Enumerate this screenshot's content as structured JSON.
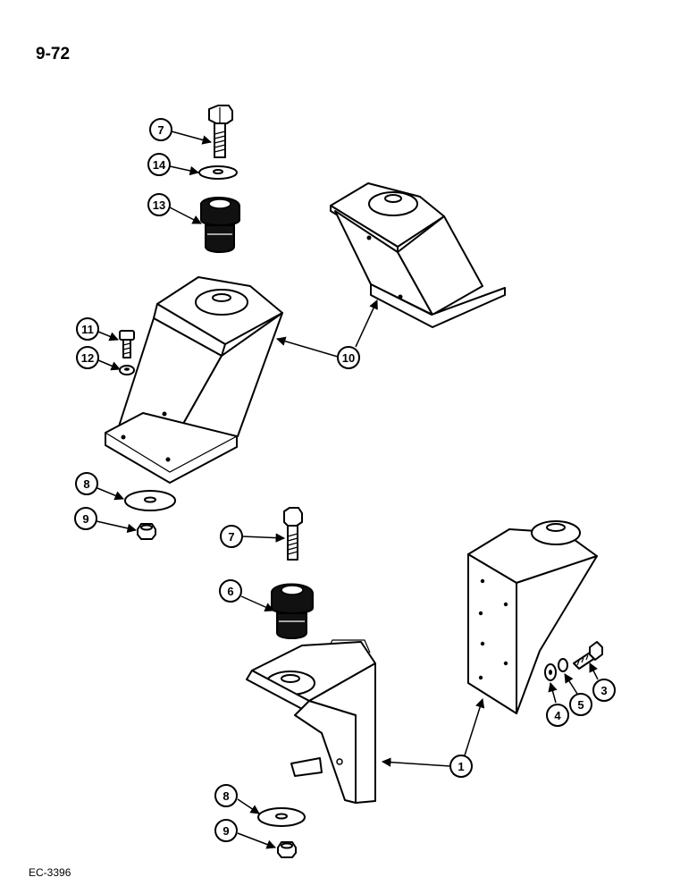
{
  "page": {
    "number": "9-72",
    "code": "EC-3396"
  },
  "callouts": [
    {
      "label": "7"
    },
    {
      "label": "14"
    },
    {
      "label": "13"
    },
    {
      "label": "11"
    },
    {
      "label": "12"
    },
    {
      "label": "10"
    },
    {
      "label": "8"
    },
    {
      "label": "9"
    },
    {
      "label": "7"
    },
    {
      "label": "6"
    },
    {
      "label": "1"
    },
    {
      "label": "4"
    },
    {
      "label": "5"
    },
    {
      "label": "3"
    },
    {
      "label": "8"
    },
    {
      "label": "9"
    }
  ]
}
